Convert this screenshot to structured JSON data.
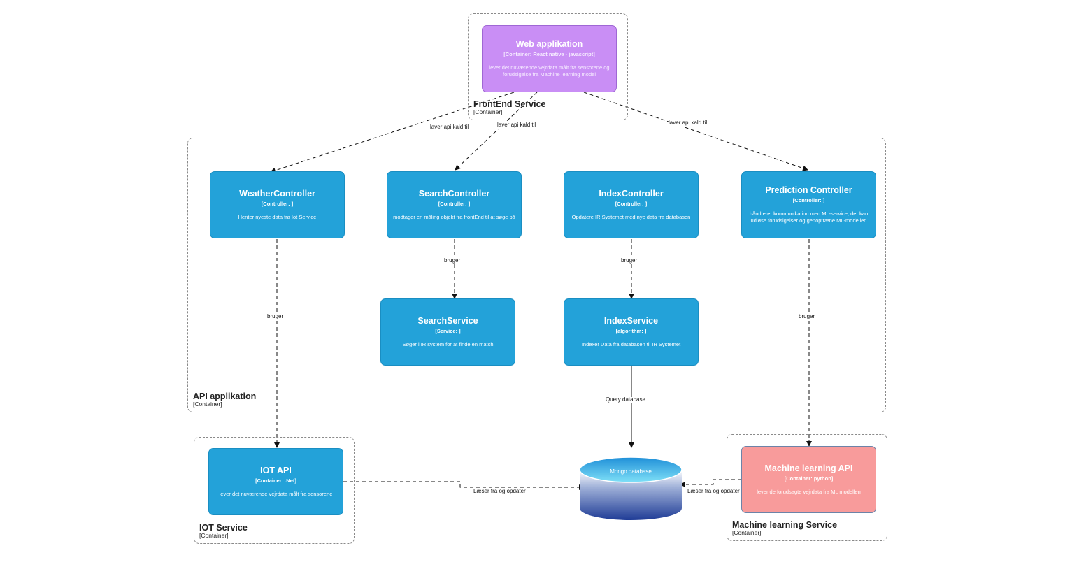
{
  "colors": {
    "controller": "#23a2d9",
    "frontend": "#c98ef5",
    "ml_api": "#f89b9b",
    "db_top": "#74d9f5",
    "db_bottom": "#1f3c96",
    "line": "#111111"
  },
  "boundaries": {
    "frontend": {
      "name": "FrontEnd Service",
      "type": "[Container]"
    },
    "api": {
      "name": "API applikation",
      "type": "[Container]"
    },
    "iot": {
      "name": "IOT Service",
      "type": "[Container]"
    },
    "ml": {
      "name": "Machine learning Service",
      "type": "[Container]"
    }
  },
  "nodes": {
    "web_app": {
      "name": "Web applikation",
      "tech": "[Container: React native - javascript]",
      "desc": "lever det nuværende vejrdata målt fra sensorene og forudsigelse fra Machine learning model"
    },
    "weather_controller": {
      "name": "WeatherController",
      "tech": "[Controller: ]",
      "desc": "Henter nyeste data fra Iot Service"
    },
    "search_controller": {
      "name": "SearchController",
      "tech": "[Controller: ]",
      "desc": "modtager en måling objekt fra frontEnd til at søge på"
    },
    "index_controller": {
      "name": "IndexController",
      "tech": "[Controller: ]",
      "desc": "Opdatere IR Systemet med nye data fra databasen"
    },
    "prediction_controller": {
      "name": "Prediction Controller",
      "tech": "[Controller: ]",
      "desc": "håndterer kommunikation med ML-service, der kan udløse forudsigelser og genoptræne ML-modellen"
    },
    "search_service": {
      "name": "SearchService",
      "tech": "[Service: ]",
      "desc": "Søger i IR system for at finde en match"
    },
    "index_service": {
      "name": "IndexService",
      "tech": "[algorithm: ]",
      "desc": "Indexer Data fra databasen til IR Systemet"
    },
    "iot_api": {
      "name": "IOT API",
      "tech": "[Container: .Net]",
      "desc": "lever det nuværende vejrdata målt fra sensorene"
    },
    "ml_api": {
      "name": "Machine learning API",
      "tech": "[Container: python]",
      "desc": "lever de forudsagte vejrdata fra ML modellen"
    },
    "mongo": {
      "name": "Mongo database"
    }
  },
  "edges": {
    "web_to_weather": "laver api kald  til",
    "web_to_search": "laver api kald  til",
    "web_to_prediction": "laver api kald  til",
    "search_uses": "bruger",
    "index_uses": "bruger",
    "weather_uses": "bruger",
    "prediction_uses": "bruger",
    "index_query": "Query database",
    "iot_db": "Læser fra og opdater",
    "ml_db": "Læser fra og opdater"
  }
}
